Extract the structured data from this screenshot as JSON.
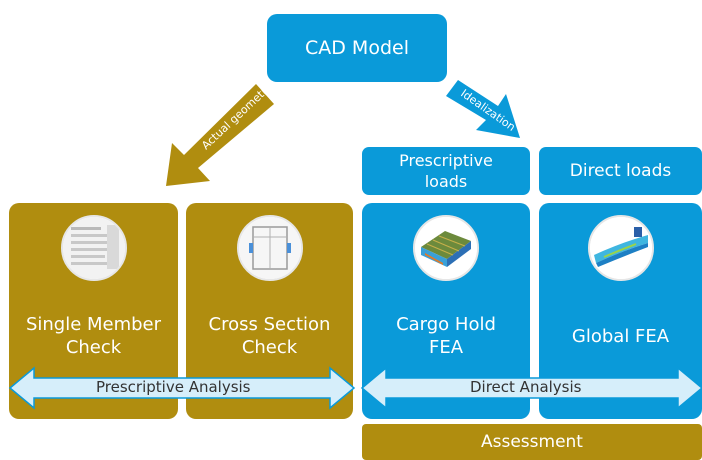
{
  "diagram": {
    "cad_model": "CAD Model",
    "arrow_actual_geometry": "Actual geometry",
    "arrow_idealization": "Idealization",
    "prescriptive_loads_line1": "Prescriptive",
    "prescriptive_loads_line2": "loads",
    "direct_loads": "Direct loads",
    "panels": [
      {
        "line1": "Single Member",
        "line2": "Check",
        "icon": "table-screenshot-icon"
      },
      {
        "line1": "Cross Section",
        "line2": "Check",
        "icon": "cross-section-icon"
      },
      {
        "line1": "Cargo Hold",
        "line2": "FEA",
        "icon": "cargo-hold-fea-icon"
      },
      {
        "line1": "Global FEA",
        "line2": "",
        "icon": "global-fea-icon"
      }
    ],
    "prescriptive_analysis": "Prescriptive Analysis",
    "direct_analysis": "Direct Analysis",
    "assessment": "Assessment",
    "colors": {
      "blue": "#0a9ad9",
      "gold": "#b08d0f",
      "band": "#d6eefa"
    }
  }
}
